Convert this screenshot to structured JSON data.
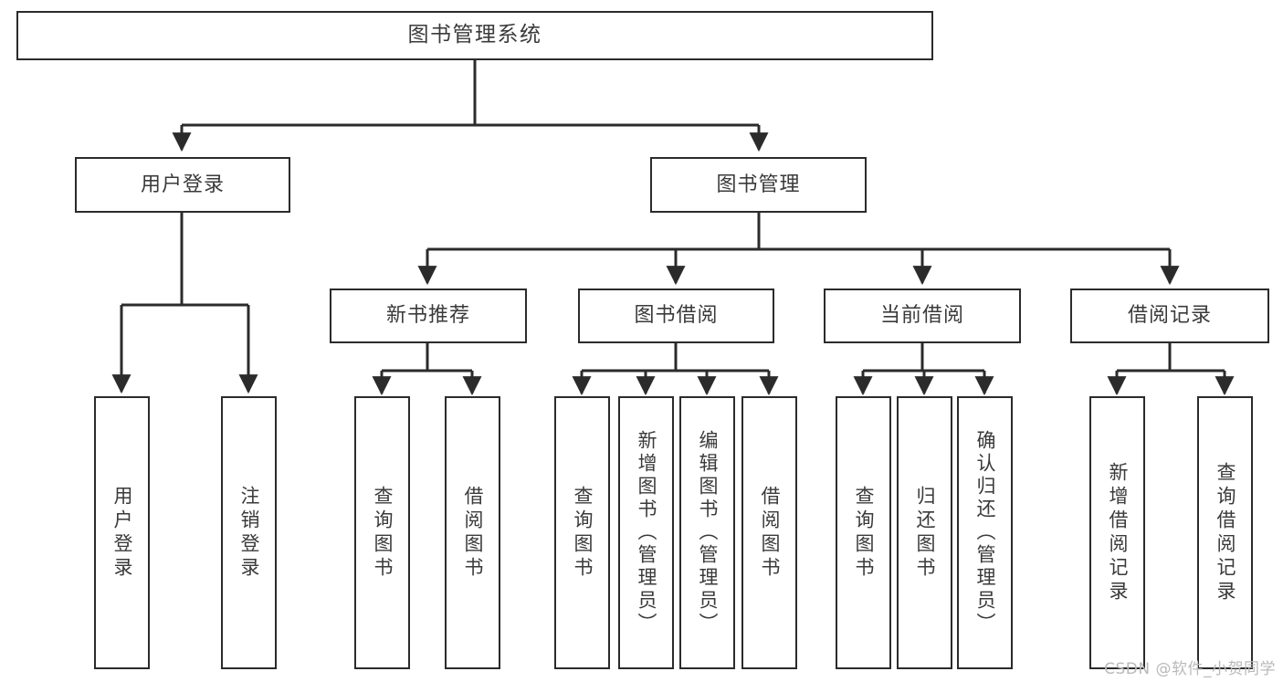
{
  "diagram": {
    "type": "tree-hierarchy-chart",
    "title": "图书管理系统",
    "line_color": "#2b2b2b",
    "box_fill": "#ffffff",
    "text_color": "#3a3a3a",
    "watermark": "CSDN @软件_小贺同学",
    "levels": [
      {
        "level": 1,
        "nodes": [
          {
            "id": "root",
            "label": "图书管理系统"
          }
        ]
      },
      {
        "level": 2,
        "nodes": [
          {
            "id": "l2-0",
            "label": "用户登录",
            "parent": "root"
          },
          {
            "id": "l2-1",
            "label": "图书管理",
            "parent": "root"
          }
        ]
      },
      {
        "level": 3,
        "nodes": [
          {
            "id": "l3-0",
            "label": "新书推荐",
            "parent": "l2-1"
          },
          {
            "id": "l3-1",
            "label": "图书借阅",
            "parent": "l2-1"
          },
          {
            "id": "l3-2",
            "label": "当前借阅",
            "parent": "l2-1"
          },
          {
            "id": "l3-3",
            "label": "借阅记录",
            "parent": "l2-1"
          }
        ]
      },
      {
        "level": 4,
        "nodes": [
          {
            "id": "leaf-0",
            "label": "用户登录",
            "parent": "l2-0"
          },
          {
            "id": "leaf-1",
            "label": "注销登录",
            "parent": "l2-0"
          },
          {
            "id": "leaf-2",
            "label": "查询图书",
            "parent": "l3-0"
          },
          {
            "id": "leaf-3",
            "label": "借阅图书",
            "parent": "l3-0"
          },
          {
            "id": "leaf-4",
            "label": "查询图书",
            "parent": "l3-1"
          },
          {
            "id": "leaf-5",
            "label": "新增图书（管理员）",
            "parent": "l3-1"
          },
          {
            "id": "leaf-6",
            "label": "编辑图书（管理员）",
            "parent": "l3-1"
          },
          {
            "id": "leaf-7",
            "label": "借阅图书",
            "parent": "l3-1"
          },
          {
            "id": "leaf-8",
            "label": "查询图书",
            "parent": "l3-2"
          },
          {
            "id": "leaf-9",
            "label": "归还图书",
            "parent": "l3-2"
          },
          {
            "id": "leaf-10",
            "label": "确认归还（管理员）",
            "parent": "l3-2"
          },
          {
            "id": "leaf-11",
            "label": "新增借阅记录",
            "parent": "l3-3"
          },
          {
            "id": "leaf-12",
            "label": "查询借阅记录",
            "parent": "l3-3"
          }
        ]
      }
    ]
  }
}
